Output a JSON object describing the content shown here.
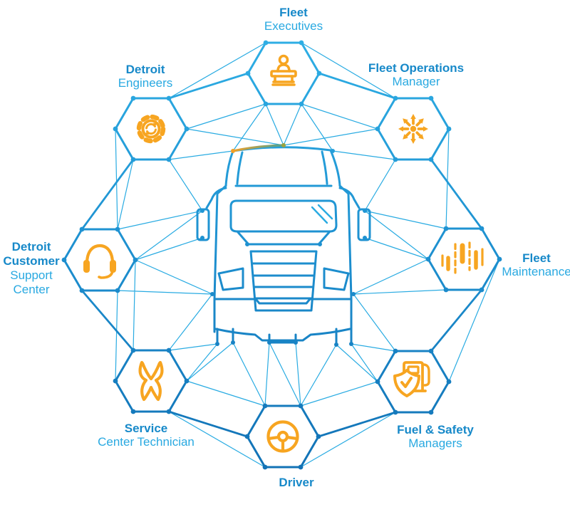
{
  "nodes": {
    "fleet_executives": {
      "bold": "Fleet",
      "regular": "Executives",
      "icon": "lectern-presenter-icon"
    },
    "fleet_operations_manager": {
      "bold": "Fleet Operations",
      "regular": "Manager",
      "icon": "omni-direction-arrows-icon"
    },
    "fleet_maintenance": {
      "bold": "Fleet",
      "regular": "Maintenance",
      "icon": "diagnostic-bars-icon"
    },
    "fuel_safety_managers": {
      "bold": "Fuel & Safety",
      "regular": "Managers",
      "icon": "fuel-pump-shield-check-icon"
    },
    "driver": {
      "bold": "Driver",
      "regular": "",
      "icon": "steering-wheel-icon"
    },
    "service_center_technician": {
      "bold": "Service",
      "regular": "Center Technician",
      "icon": "wrench-icon"
    },
    "detroit_customer_support_center": {
      "bold1": "Detroit",
      "bold2": "Customer",
      "regular1": "Support",
      "regular2": "Center",
      "icon": "headset-icon"
    },
    "detroit_engineers": {
      "bold": "Detroit",
      "regular": "Engineers",
      "icon": "gear-sync-arrows-icon"
    }
  },
  "center_illustration": "semi-truck-front-outline",
  "colors": {
    "mesh_light_blue": "#29abe2",
    "line_dark_blue": "#1172b6",
    "label_bold_blue": "#1789c9",
    "label_regular_blue": "#29a9e1",
    "icon_orange": "#f7a521",
    "roof_accent_orange": "#f0a028"
  }
}
